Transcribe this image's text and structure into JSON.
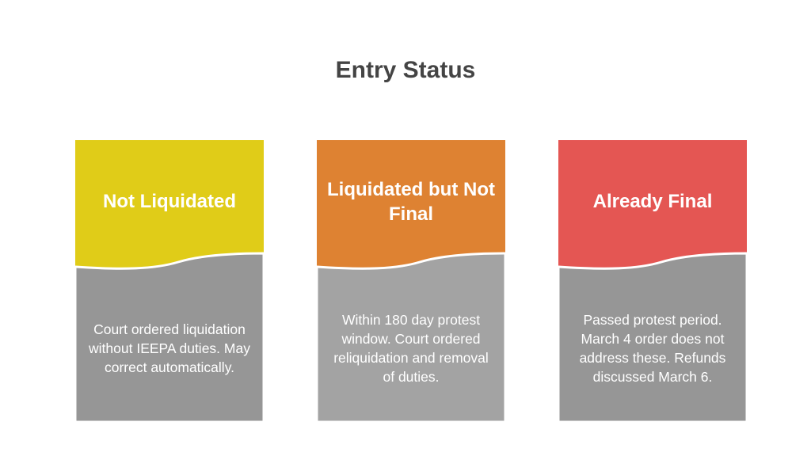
{
  "title": "Entry Status",
  "cards": [
    {
      "heading": "Not Liquidated",
      "text": "Court ordered liquidation without IEEPA duties. May correct automatically.",
      "color": "#e0cc18",
      "body_color": "#969696"
    },
    {
      "heading": "Liquidated but Not Final",
      "text": "Within 180 day protest window. Court ordered reliquidation and removal of duties.",
      "color": "#de8232",
      "body_color": "#a3a3a3"
    },
    {
      "heading": "Already Final",
      "text": "Passed protest period. March 4 order does not address these. Refunds discussed March 6.",
      "color": "#e45653",
      "body_color": "#969696"
    }
  ]
}
